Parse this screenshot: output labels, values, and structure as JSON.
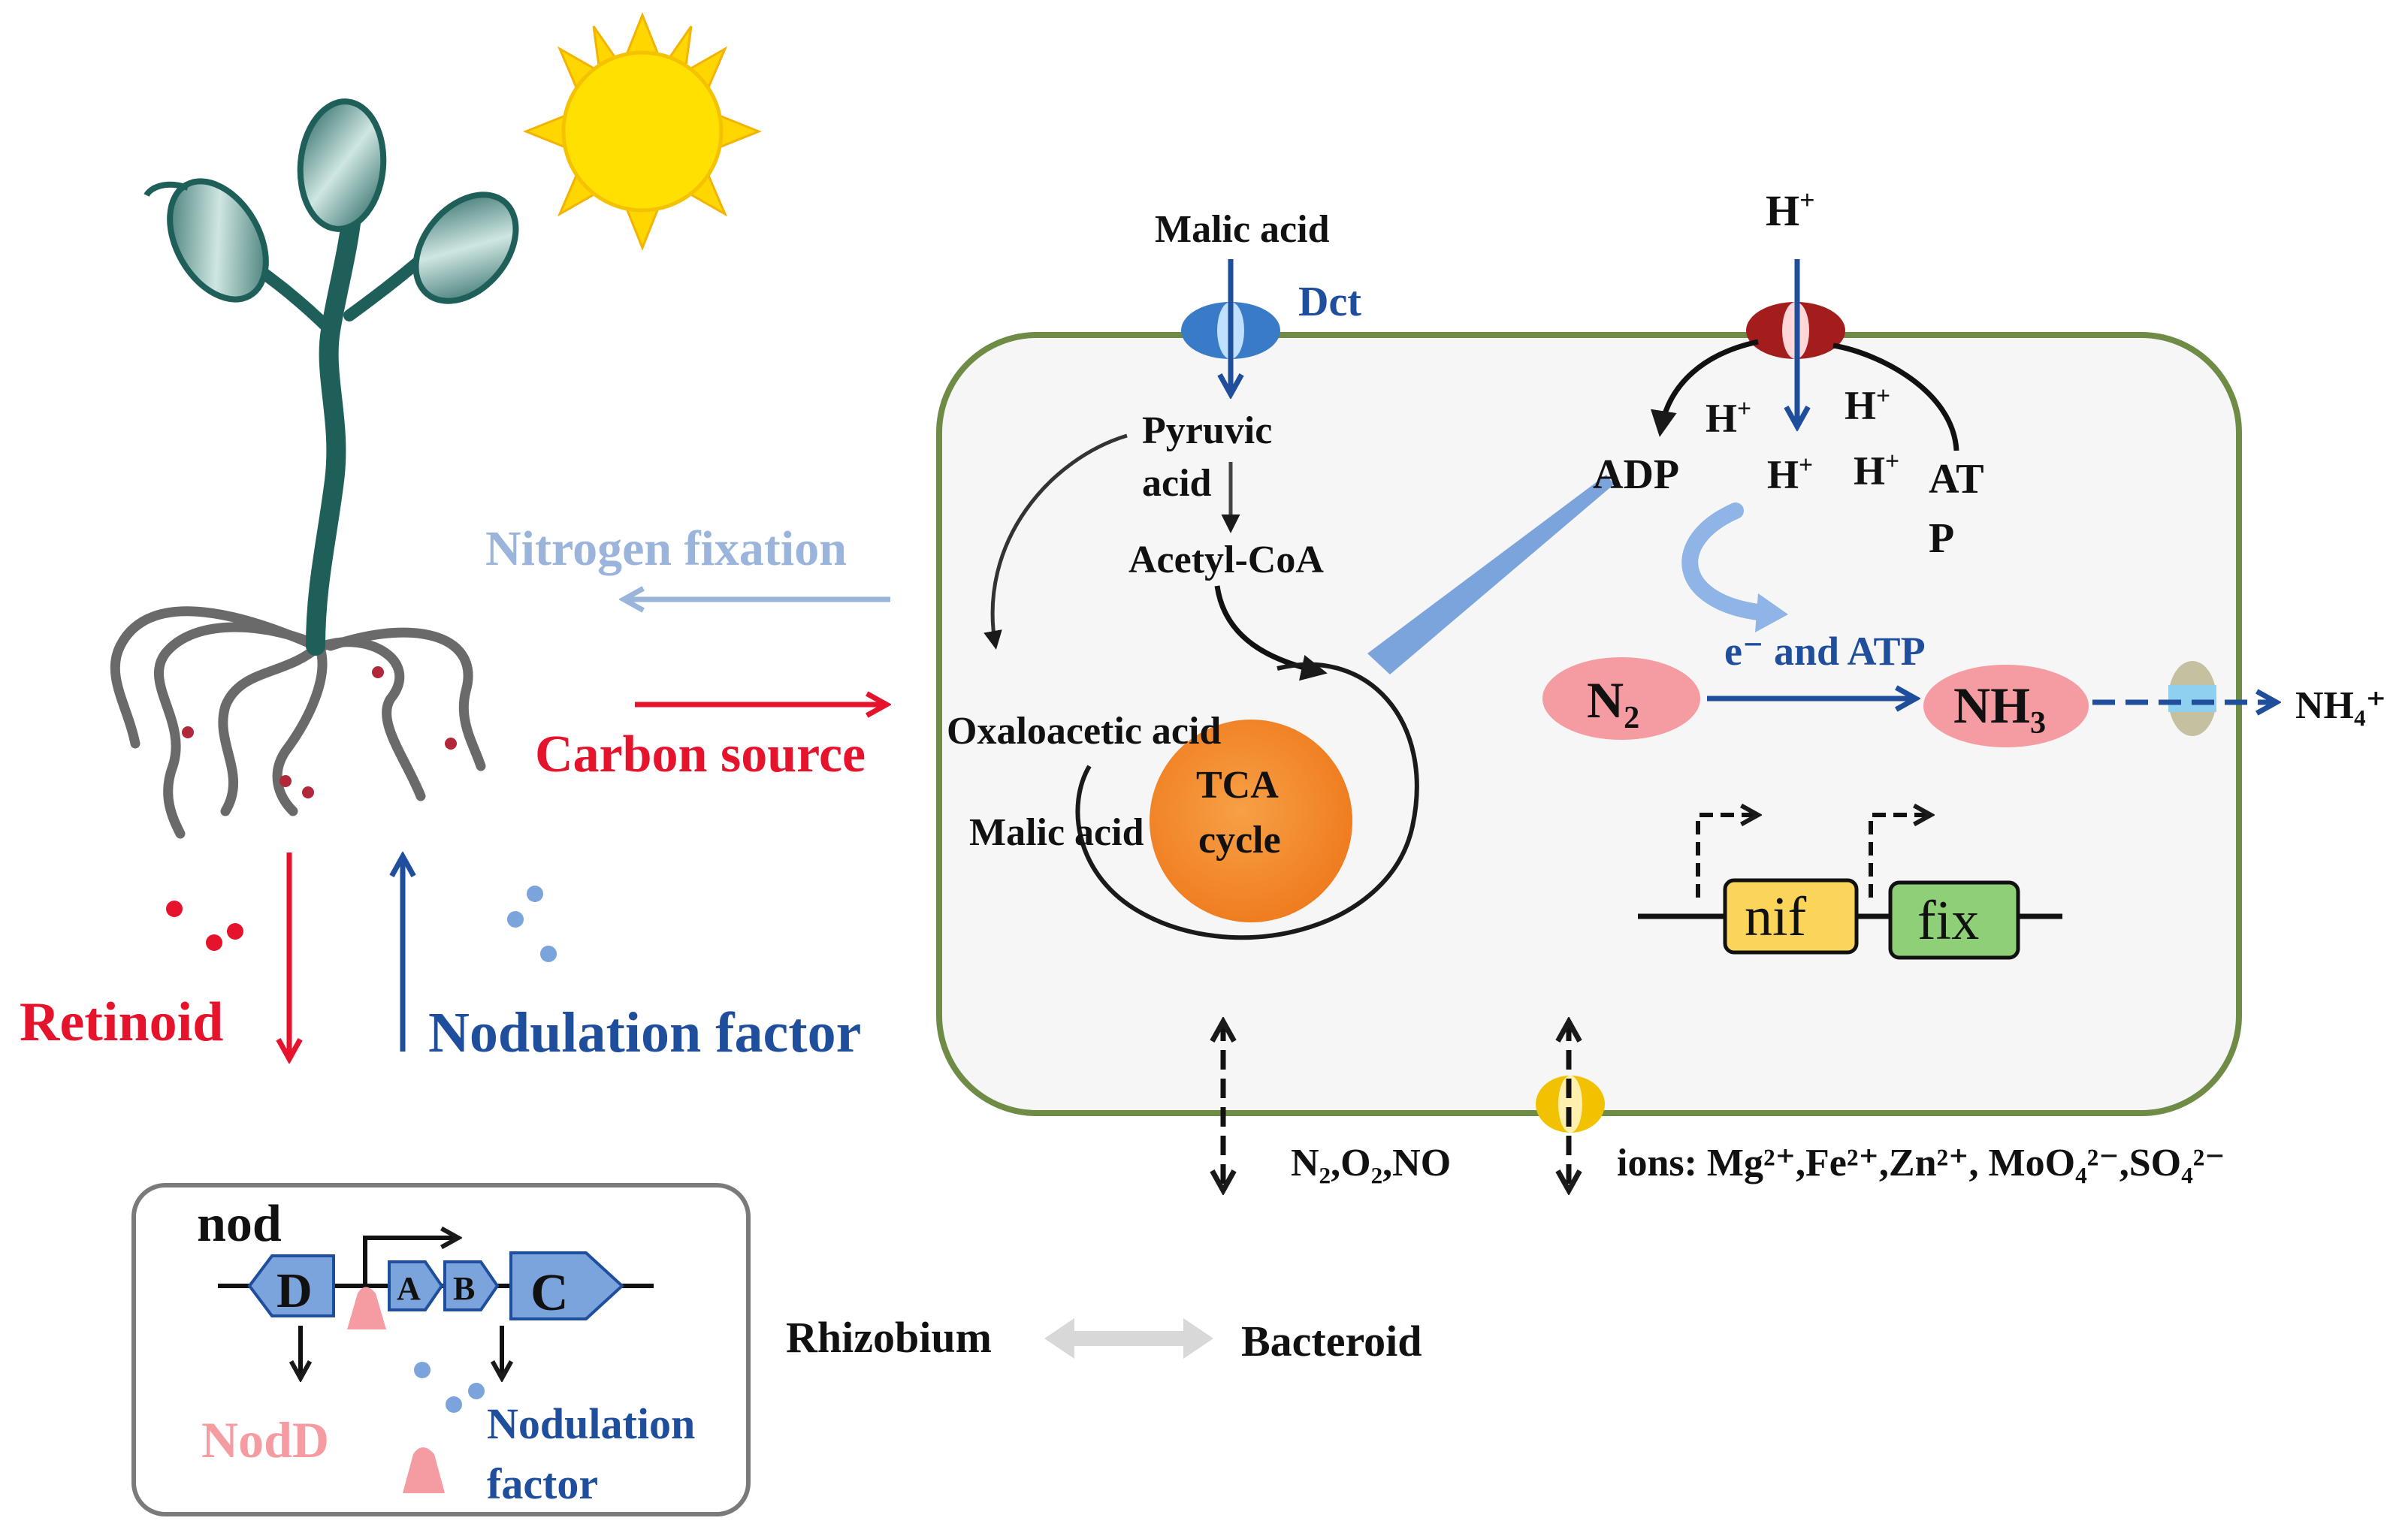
{
  "colors": {
    "red": "#e5132b",
    "blue": "#1f4e9c",
    "light_blue": "#9ab4dc",
    "dark": "#1a1a1a",
    "cell_border": "#6e8c46",
    "cell_fill": "#f6f6f6",
    "tca": "#f38a2c",
    "pink": "#f59ba2",
    "nif": "#fbd55a",
    "fix": "#8fcf78",
    "gene_blue": "#7ba4dc",
    "plant": "#1e5f5a",
    "sun": "#ffd600"
  },
  "left": {
    "nitrogen_fixation": "Nitrogen fixation",
    "carbon_source": "Carbon source",
    "retinoid": "Retinoid",
    "nodulation_factor": "Nodulation factor"
  },
  "nod_box": {
    "title": "nod",
    "gene_d": "D",
    "gene_a": "A",
    "gene_b": "B",
    "gene_c": "C",
    "nodd": "NodD",
    "nod_factor_1": "Nodulation",
    "nod_factor_2": "factor"
  },
  "transition": {
    "rhizobium": "Rhizobium",
    "bacteroid": "Bacteroid"
  },
  "cell": {
    "malic_acid_top": "Malic acid",
    "dct": "Dct",
    "h_plus": "H",
    "plus": "+",
    "pyruvic_1": "Pyruvic",
    "pyruvic_2": "acid",
    "acetyl_coa": "Acetyl-CoA",
    "oxaloacetic": "Oxaloacetic acid",
    "malic_acid_cycle": "Malic acid",
    "tca_1": "TCA",
    "tca_2": "cycle",
    "adp": "ADP",
    "atp_1": "AT",
    "atp_2": "P",
    "e_and_atp": "e⁻ and ATP",
    "n2_base": "N",
    "n2_sub": "2",
    "nh3_base": "NH",
    "nh3_sub": "3",
    "nh4": "NH₄⁺",
    "nif": "nif",
    "fix": "fix",
    "gases": "N₂,O₂,NO",
    "ions": "ions: Mg²⁺,Fe²⁺,Zn²⁺, MoO₄²⁻,SO₄²⁻"
  }
}
